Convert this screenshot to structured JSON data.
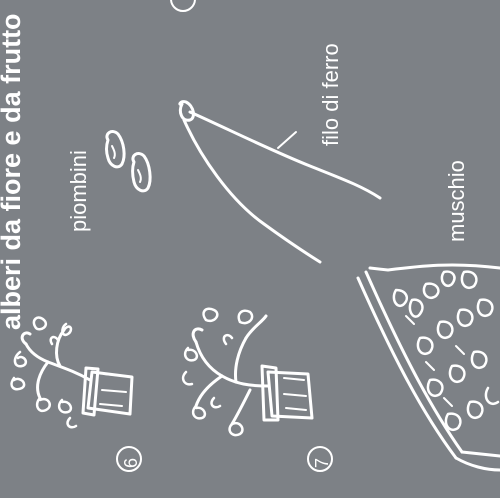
{
  "title": "alberi da fiore e da frutto",
  "labels": {
    "piombini": "piombini",
    "filo_di_ferro": "filo di ferro",
    "muschio": "muschio"
  },
  "steps": {
    "six": "6",
    "seven": "7"
  },
  "colors": {
    "background": "#7d8186",
    "ink": "#ffffff"
  }
}
